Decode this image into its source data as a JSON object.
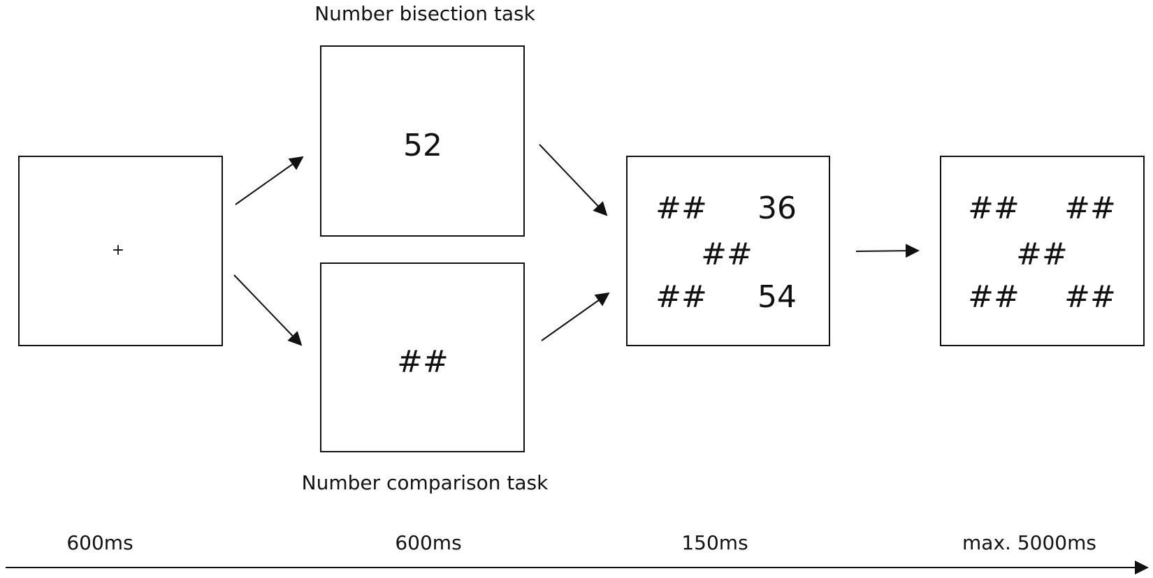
{
  "labels": {
    "bisection_task": "Number bisection task",
    "comparison_task": "Number comparison task"
  },
  "frames": {
    "fixation": {
      "symbol": "+"
    },
    "bisection": {
      "number": "52"
    },
    "comparison": {
      "mask": "##"
    },
    "target": {
      "top_left": "##",
      "top_right": "36",
      "center": "##",
      "bottom_left": "##",
      "bottom_right": "54"
    },
    "mask": {
      "top_left": "##",
      "top_right": "##",
      "center": "##",
      "bottom_left": "##",
      "bottom_right": "##"
    }
  },
  "timeline": {
    "fixation_duration": "600ms",
    "task_duration": "600ms",
    "target_duration": "150ms",
    "response_duration": "max. 5000ms"
  }
}
